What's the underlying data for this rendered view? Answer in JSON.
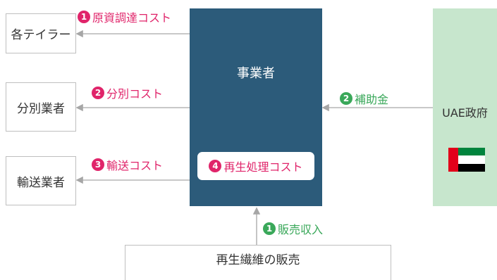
{
  "left_boxes": [
    "各テイラー",
    "分別業者",
    "輸送業者"
  ],
  "operator": {
    "title": "事業者",
    "recycle_num": "4",
    "recycle_label": "再生処理コスト"
  },
  "uae": {
    "label": "UAE政府"
  },
  "sales": {
    "label": "再生繊維の販売"
  },
  "labels": {
    "cost1": {
      "num": "1",
      "text": "原資調達コスト"
    },
    "cost2": {
      "num": "2",
      "text": "分別コスト"
    },
    "cost3": {
      "num": "3",
      "text": "輸送コスト"
    },
    "subsidy": {
      "num": "2",
      "text": "補助金"
    },
    "revenue": {
      "num": "1",
      "text": "販売収入"
    }
  },
  "colors": {
    "operator": "#2c5b7a",
    "government": "#c7e6cd",
    "cost": "#e0246a",
    "income": "#3aa85a",
    "arrow": "#a6a6a6"
  }
}
